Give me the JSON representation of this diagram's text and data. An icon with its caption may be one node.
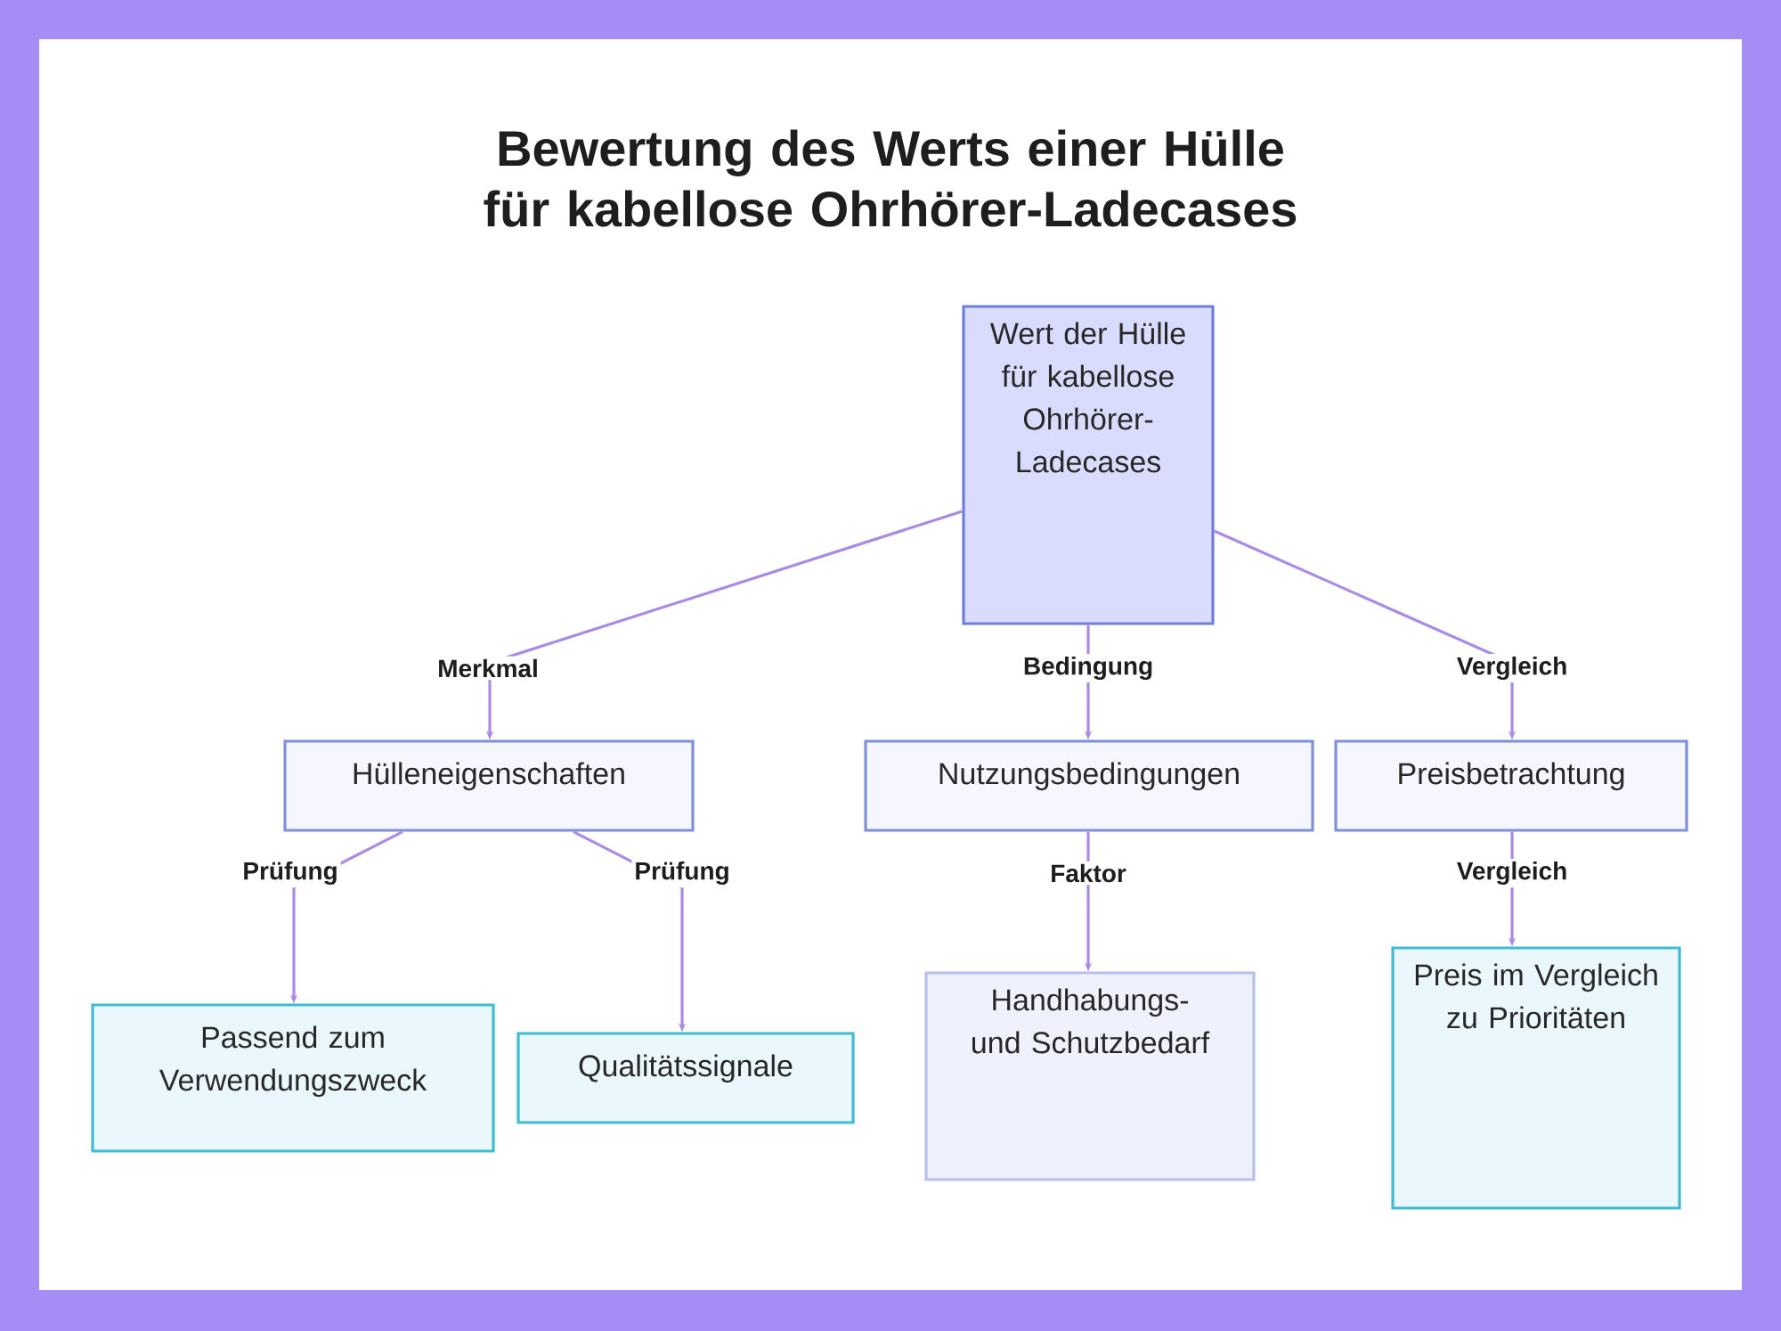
{
  "diagram": {
    "title": "Bewertung des Werts einer Hülle für kabellose Ohrhörer-Ladecases",
    "nodes": [
      {
        "text": [
          "Wert der Hülle für kabellose Ohrhörer-Ladecases"
        ]
      },
      {
        "text": [
          "Hülleneigenschaften"
        ]
      },
      {
        "text": [
          "Nutzungsbedingungen"
        ]
      },
      {
        "text": [
          "Preisbetrachtung"
        ]
      },
      {
        "text": [
          "Passend zum Verwendungszweck"
        ]
      },
      {
        "text": [
          "Qualitätssignale"
        ]
      },
      {
        "text": [
          "Handhabungs- und Schutzbedarf"
        ]
      },
      {
        "text": [
          "Preis im Vergleich zu Prioritäten"
        ]
      }
    ],
    "edges": [
      {
        "from": 0,
        "to": 1,
        "arrow": "to",
        "label": "Merkmal"
      },
      {
        "from": 0,
        "to": 2,
        "arrow": "to",
        "label": "Bedingung"
      },
      {
        "from": 0,
        "to": 3,
        "arrow": "to",
        "label": "Vergleich"
      },
      {
        "from": 1,
        "to": 4,
        "arrow": "to",
        "label": "Prüfung"
      },
      {
        "from": 1,
        "to": 5,
        "arrow": "to",
        "label": "Prüfung"
      },
      {
        "from": 2,
        "to": 6,
        "arrow": "to",
        "label": "Faktor"
      },
      {
        "from": 3,
        "to": 7,
        "arrow": "to",
        "label": "Vergleich"
      }
    ]
  }
}
